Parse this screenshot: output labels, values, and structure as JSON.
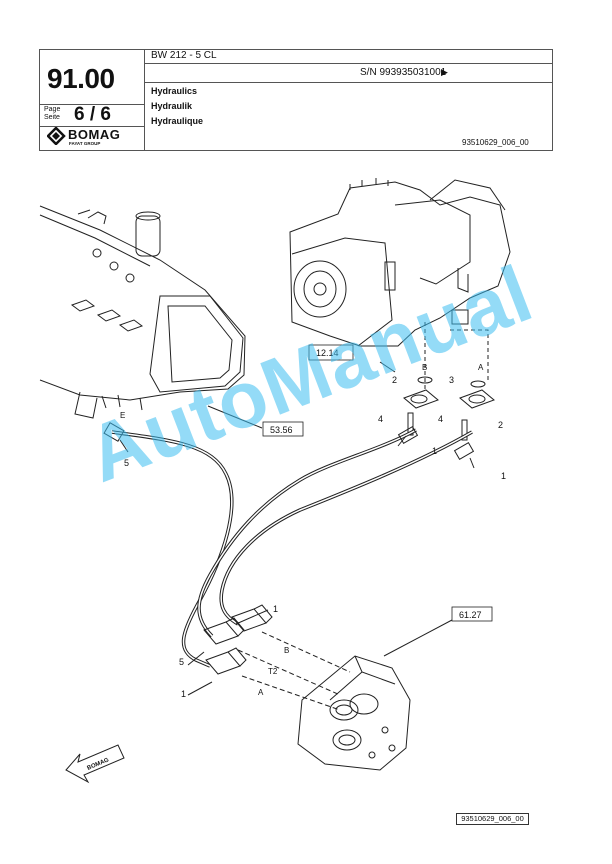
{
  "header": {
    "model": "BW 212 - 5 CL",
    "serial": "S/N 993935031001",
    "serial_arrow": "▶",
    "section_number": "91.00",
    "page_label_1": "Page",
    "page_label_2": "Seite",
    "page_number": "6 / 6",
    "title_en": "Hydraulics",
    "title_de": "Hydraulik",
    "title_fr": "Hydraulique",
    "drawing_code": "93510629_006_00",
    "logo_text": "BOMAG",
    "logo_subtext": "FAYAT GROUP"
  },
  "drawing": {
    "refs": [
      "12.14",
      "53.56",
      "61.27"
    ],
    "callouts": [
      "1",
      "1",
      "1",
      "1",
      "2",
      "2",
      "3",
      "4",
      "4",
      "5",
      "5"
    ],
    "port_labels": [
      "A",
      "B",
      "E",
      "A",
      "B",
      "T2"
    ],
    "arrow_text": "BOMAG"
  },
  "footer": {
    "drawing_code": "93510629_006_00"
  },
  "watermark": "AutoManual"
}
